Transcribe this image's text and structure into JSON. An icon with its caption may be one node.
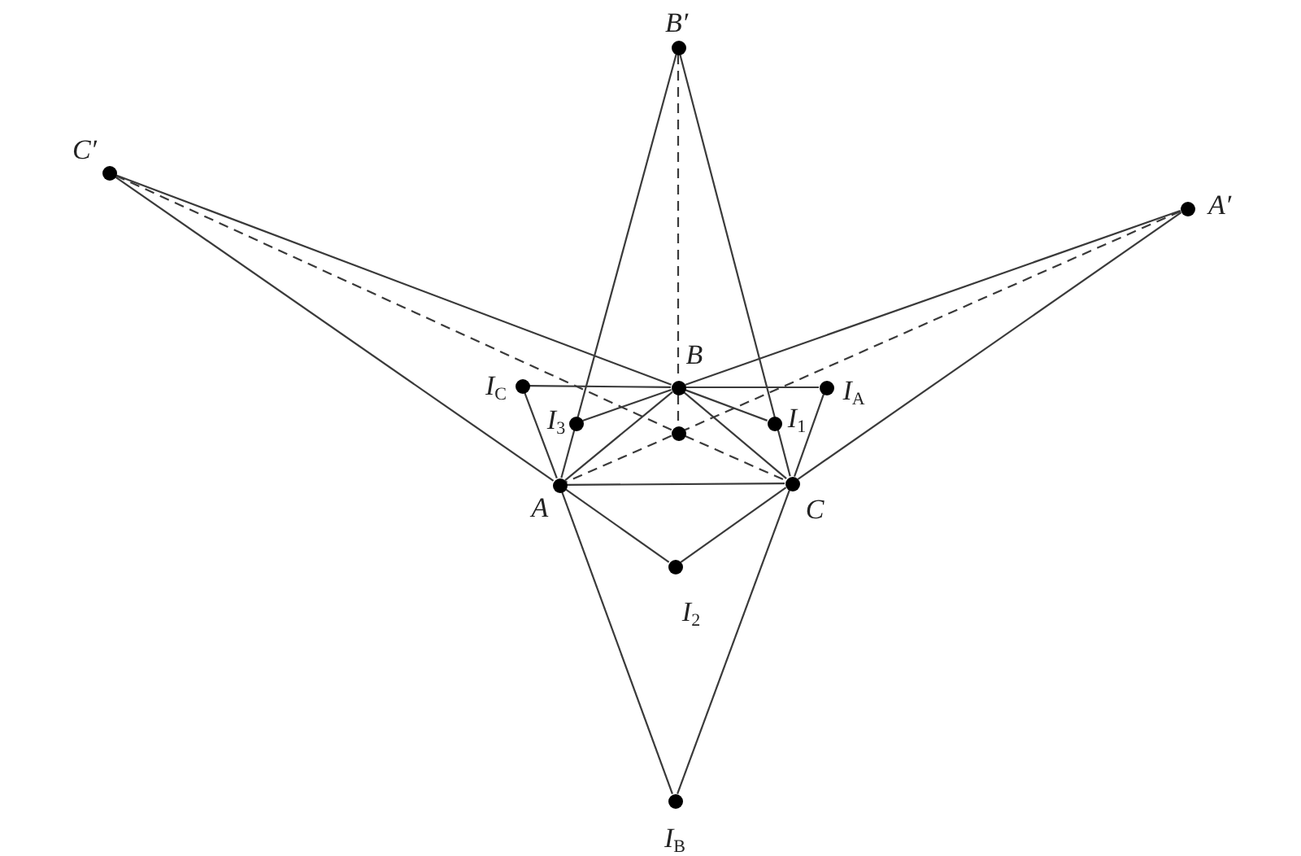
{
  "diagram": {
    "nodes": [
      {
        "text": [
          "B′"
        ]
      },
      {
        "text": [
          "C′"
        ]
      },
      {
        "text": [
          "A′"
        ]
      },
      {
        "text": [
          "B"
        ]
      },
      {
        "text": [
          "I$_{C}$"
        ]
      },
      {
        "text": [
          "I$_{A}$"
        ]
      },
      {
        "text": [
          "I$_{3}$"
        ]
      },
      {
        "text": [
          "I$_{1}$"
        ]
      },
      {
        "text": [],
        "shape": "circle"
      },
      {
        "text": [
          "A"
        ]
      },
      {
        "text": [
          "C"
        ]
      },
      {
        "text": [
          "I$_{2}$"
        ]
      },
      {
        "text": [
          "I$_{B}$"
        ]
      }
    ],
    "edges": [
      {
        "from": 1,
        "to": 9,
        "arrow": "none"
      },
      {
        "from": 1,
        "to": 3,
        "arrow": "none"
      },
      {
        "from": 2,
        "to": 3,
        "arrow": "none"
      },
      {
        "from": 2,
        "to": 10,
        "arrow": "none"
      },
      {
        "from": 0,
        "to": 9,
        "arrow": "none"
      },
      {
        "from": 0,
        "to": 10,
        "arrow": "none"
      },
      {
        "from": 9,
        "to": 12,
        "arrow": "none"
      },
      {
        "from": 10,
        "to": 12,
        "arrow": "none"
      },
      {
        "from": 4,
        "to": 9,
        "arrow": "none"
      },
      {
        "from": 5,
        "to": 10,
        "arrow": "none"
      },
      {
        "from": 4,
        "to": 3,
        "arrow": "none"
      },
      {
        "from": 3,
        "to": 5,
        "arrow": "none"
      },
      {
        "from": 9,
        "to": 10,
        "arrow": "none"
      },
      {
        "from": 9,
        "to": 3,
        "arrow": "none"
      },
      {
        "from": 3,
        "to": 10,
        "arrow": "none"
      },
      {
        "from": 3,
        "to": 6,
        "arrow": "none"
      },
      {
        "from": 3,
        "to": 7,
        "arrow": "none"
      },
      {
        "from": 9,
        "to": 11,
        "arrow": "none"
      },
      {
        "from": 10,
        "to": 11,
        "arrow": "none"
      },
      {
        "from": 0,
        "to": 3,
        "arrow": "none",
        "style": "dashed"
      },
      {
        "from": 3,
        "to": 8,
        "arrow": "none",
        "style": "dashed"
      },
      {
        "from": 1,
        "to": 8,
        "arrow": "none",
        "style": "dashed"
      },
      {
        "from": 8,
        "to": 10,
        "arrow": "none",
        "style": "dashed"
      },
      {
        "from": 2,
        "to": 8,
        "arrow": "none",
        "style": "dashed"
      },
      {
        "from": 8,
        "to": 9,
        "arrow": "none",
        "style": "dashed"
      }
    ]
  }
}
